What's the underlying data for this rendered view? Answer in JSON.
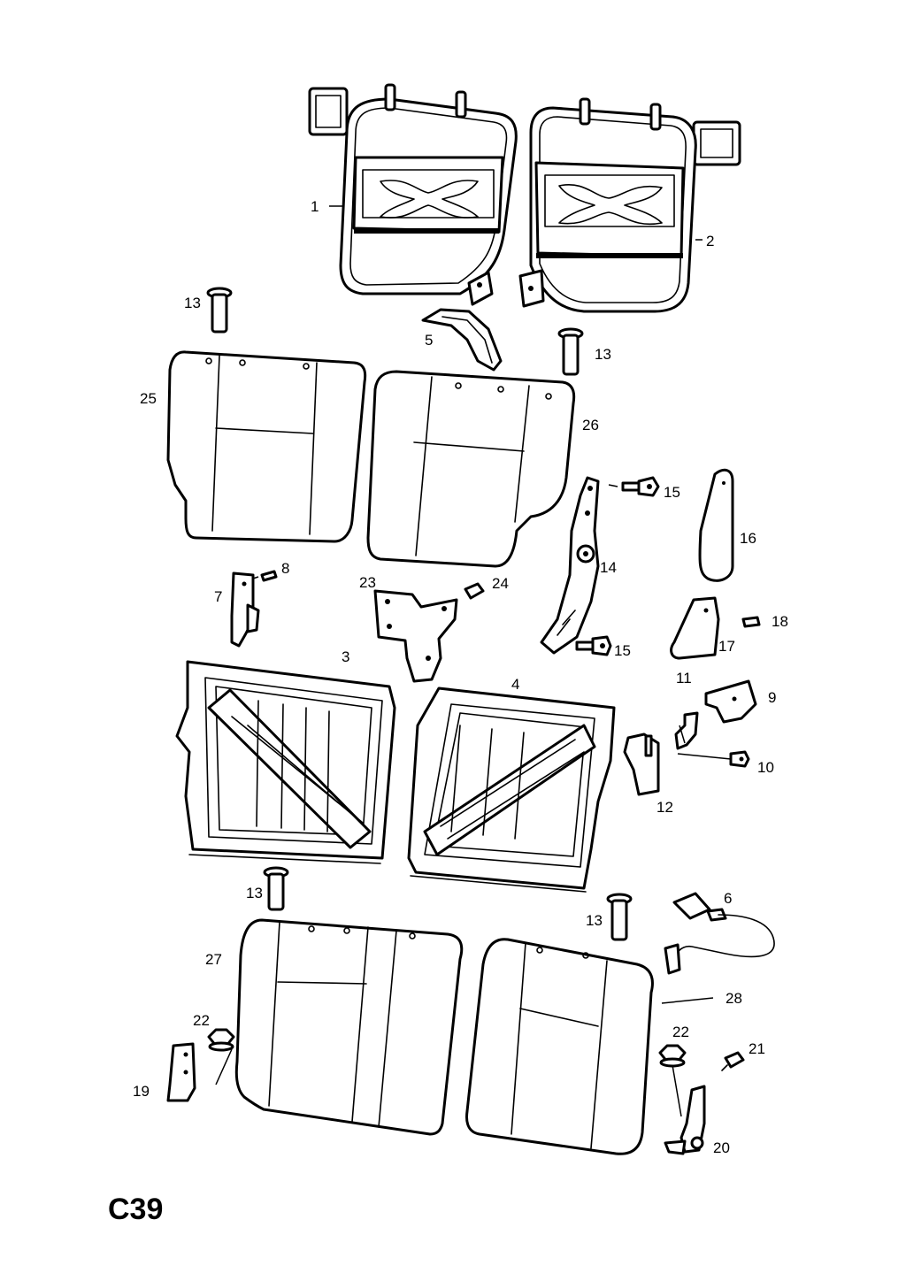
{
  "sheet_code": "C39",
  "callouts": [
    "1",
    "2",
    "13",
    "5",
    "13",
    "25",
    "26",
    "15",
    "16",
    "14",
    "7",
    "8",
    "23",
    "24",
    "18",
    "17",
    "15",
    "3",
    "4",
    "11",
    "9",
    "12",
    "10",
    "13",
    "6",
    "13",
    "27",
    "28",
    "22",
    "22",
    "21",
    "19",
    "20"
  ]
}
